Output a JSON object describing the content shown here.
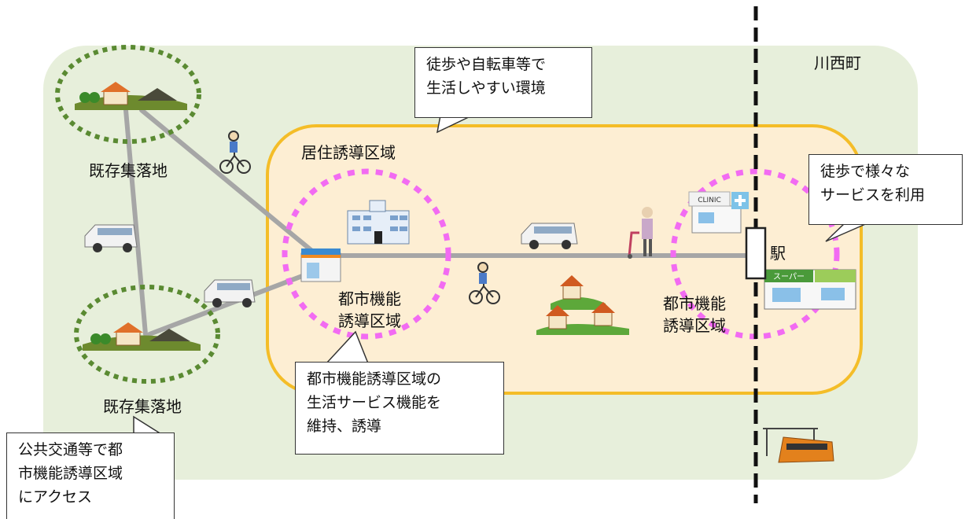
{
  "town_label": "川西町",
  "residential_zone_label": "居住誘導区域",
  "settlement_top_label": "既存集落地",
  "settlement_bottom_label": "既存集落地",
  "urban_zone_left_label": [
    "都市機能",
    "誘導区域"
  ],
  "urban_zone_right_label": [
    "都市機能",
    "誘導区域"
  ],
  "station_label": "駅",
  "callout_walk_bike": [
    "徒歩や自転車等で",
    "生活しやすい環境"
  ],
  "callout_walk_services": [
    "徒歩で様々な",
    "サービスを利用"
  ],
  "callout_maintain": [
    "都市機能誘導区域の",
    "生活サービス機能を",
    "維持、誘導"
  ],
  "callout_transit": [
    "公共交通等で都",
    "市機能誘導区域",
    "にアクセス"
  ],
  "clinic_sign": "CLINIC",
  "supermarket_sign": "スーパー",
  "colors": {
    "town_bg": "#e7efdb",
    "residential_fill": "#fdeed3",
    "residential_border": "#f4bd28",
    "urban_ring": "#f26bf2",
    "settlement_ring": "#5a8a32",
    "road": "#a6a6a6",
    "railway": "#111111"
  }
}
